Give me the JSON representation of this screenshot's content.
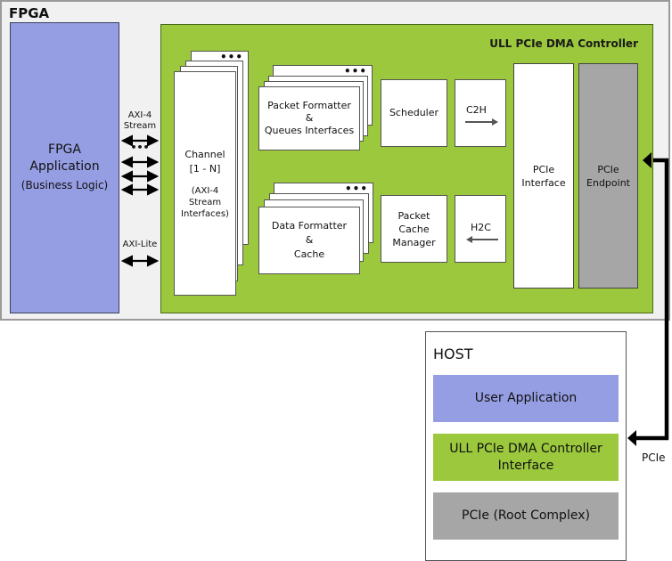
{
  "fpga": {
    "title": "FPGA",
    "application": {
      "title": "FPGA Application",
      "subtitle": "(Business Logic)",
      "color": "#959ee3"
    },
    "interfaces": {
      "axi_stream_label": "AXI-4 Stream",
      "ellipsis": "•••",
      "axi_lite_label": "AXI-Lite"
    },
    "controller": {
      "title": "ULL PCIe DMA Controller",
      "color": "#9bc83d",
      "channel": {
        "title": "Channel",
        "range": "[1 - N]",
        "note": "(AXI-4 Stream Interfaces)",
        "ellipsis": "•••"
      },
      "packet_formatter": {
        "line1": "Packet Formatter",
        "line2": "&",
        "line3": "Queues Interfaces",
        "ellipsis": "•••"
      },
      "data_formatter": {
        "line1": "Data Formatter",
        "line2": "&",
        "line3": "Cache",
        "ellipsis": "•••"
      },
      "scheduler": "Scheduler",
      "packet_cache_manager": "Packet Cache Manager",
      "c2h": "C2H",
      "h2c": "H2C",
      "pcie_interface": "PCIe Interface",
      "pcie_endpoint": {
        "label": "PCIe Endpoint",
        "color": "#a6a6a6"
      }
    }
  },
  "host": {
    "title": "HOST",
    "blocks": [
      {
        "label": "User Application",
        "color": "#959ee3"
      },
      {
        "label": "ULL PCIe DMA Controller Interface",
        "color": "#9bc83d"
      },
      {
        "label": "PCIe (Root Complex)",
        "color": "#a6a6a6"
      }
    ]
  },
  "link": {
    "label": "PCIe"
  }
}
